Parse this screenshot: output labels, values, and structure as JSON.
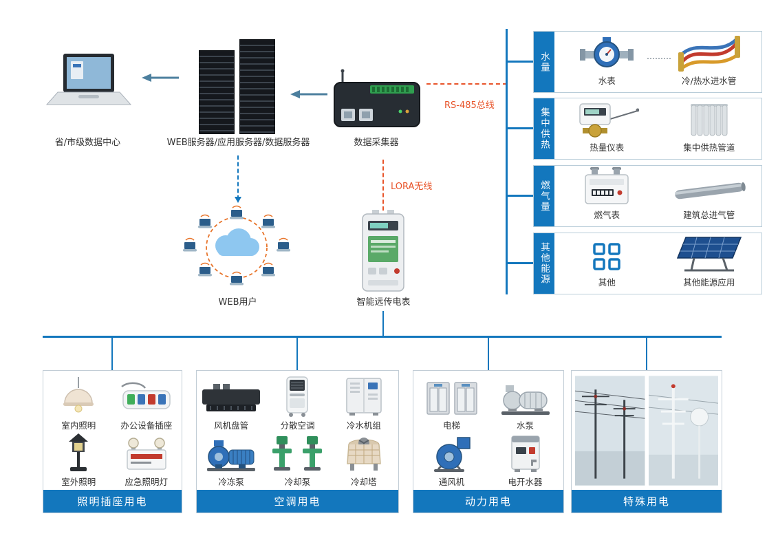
{
  "colors": {
    "primary_blue": "#1377bd",
    "accent_orange": "#e8542a",
    "arrow_blue": "#4c7f9e"
  },
  "top_nodes": {
    "datacenter": {
      "label": "省/市级数据中心"
    },
    "servers": {
      "label": "WEB服务器/应用服务器/数据服务器"
    },
    "collector": {
      "label": "数据采集器"
    },
    "web_users": {
      "label": "WEB用户"
    },
    "smart_meter": {
      "label": "智能远传电表"
    }
  },
  "links": {
    "rs485": {
      "label": "RS-485总线"
    },
    "lora": {
      "label": "LORA无线"
    }
  },
  "right_panel": {
    "groups": [
      {
        "tab": "水量",
        "items": [
          {
            "label": "水表",
            "icon": "water-meter"
          },
          {
            "label": "冷/热水进水管",
            "icon": "water-hoses"
          }
        ]
      },
      {
        "tab": "集中供热",
        "items": [
          {
            "label": "热量仪表",
            "icon": "heat-meter"
          },
          {
            "label": "集中供热管道",
            "icon": "radiator"
          }
        ]
      },
      {
        "tab": "燃气量",
        "items": [
          {
            "label": "燃气表",
            "icon": "gas-meter"
          },
          {
            "label": "建筑总进气管",
            "icon": "gas-pipe"
          }
        ]
      },
      {
        "tab": "其他能源",
        "items": [
          {
            "label": "其他",
            "icon": "other-squares"
          },
          {
            "label": "其他能源应用",
            "icon": "solar-panel"
          }
        ]
      }
    ]
  },
  "bottom_panel": {
    "groups": [
      {
        "title": "照明插座用电",
        "items": [
          {
            "label": "室内照明",
            "icon": "pendant-light"
          },
          {
            "label": "办公设备插座",
            "icon": "power-strip"
          },
          {
            "label": "室外照明",
            "icon": "garden-lamp"
          },
          {
            "label": "应急照明灯",
            "icon": "emergency-light"
          }
        ]
      },
      {
        "title": "空调用电",
        "items": [
          {
            "label": "风机盘管",
            "icon": "fan-coil"
          },
          {
            "label": "分散空调",
            "icon": "portable-ac"
          },
          {
            "label": "冷水机组",
            "icon": "chiller"
          },
          {
            "label": "冷冻泵",
            "icon": "chilled-water-pump"
          },
          {
            "label": "冷却泵",
            "icon": "cooling-water-pump"
          },
          {
            "label": "冷却塔",
            "icon": "cooling-tower"
          }
        ]
      },
      {
        "title": "动力用电",
        "items": [
          {
            "label": "电梯",
            "icon": "elevator"
          },
          {
            "label": "水泵",
            "icon": "water-pump"
          },
          {
            "label": "通风机",
            "icon": "ventilation-fan"
          },
          {
            "label": "电开水器",
            "icon": "electric-water-boiler"
          }
        ]
      },
      {
        "title": "特殊用电",
        "items": [],
        "photos": [
          "power-transmission-photo",
          "power-monitoring-photo"
        ]
      }
    ]
  }
}
